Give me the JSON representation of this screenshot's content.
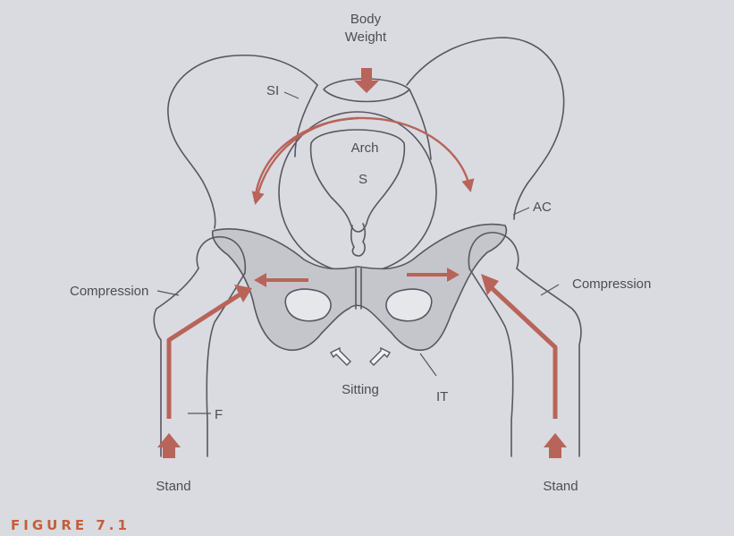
{
  "labels": {
    "body_weight_line1": "Body",
    "body_weight_line2": "Weight",
    "si": "SI",
    "arch": "Arch",
    "sacrum": "S",
    "ac": "AC",
    "compression_left": "Compression",
    "compression_right": "Compression",
    "sitting": "Sitting",
    "it": "IT",
    "femur": "F",
    "stand_left": "Stand",
    "stand_right": "Stand"
  },
  "figure_caption": "FIGURE 7.1",
  "colors": {
    "background": "#d9dbe0",
    "force_arrows": "#b8645a",
    "line_art": "#5a5660",
    "shaded_bone": "#c4c6cc",
    "caption": "#c45e3a"
  }
}
